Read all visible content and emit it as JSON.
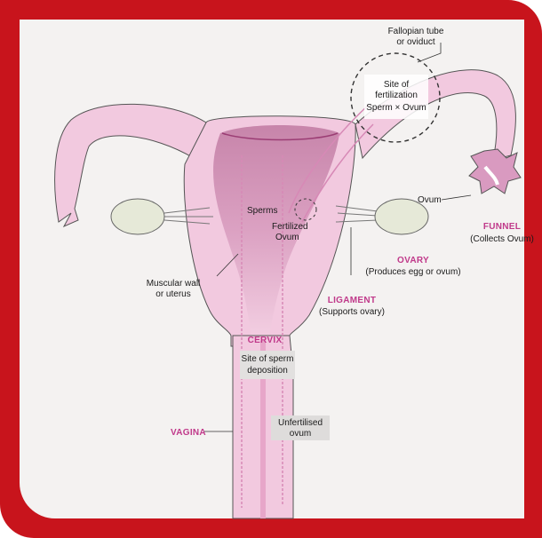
{
  "labels": {
    "fallopian_tube_1": "Fallopian tube",
    "fallopian_tube_2": "or oviduct",
    "site_fert_1": "Site of",
    "site_fert_2": "fertilization",
    "site_fert_3": "Sperm × Ovum",
    "sperms": "Sperms",
    "fertilized_1": "Fertilized",
    "fertilized_2": "Ovum",
    "ovum": "Ovum",
    "funnel": "FUNNEL",
    "funnel_desc": "(Collects Ovum)",
    "ovary": "OVARY",
    "ovary_desc": "(Produces egg or ovum)",
    "muscular_1": "Muscular wall",
    "muscular_2": "or uterus",
    "ligament": "LIGAMENT",
    "ligament_desc": "(Supports ovary)",
    "cervix": "CERVIX",
    "sperm_dep_1": "Site of sperm",
    "sperm_dep_2": "deposition",
    "vagina": "VAGINA",
    "unfert_1": "Unfertilised",
    "unfert_2": "ovum"
  },
  "colors": {
    "frame": "#c8141c",
    "tissue": "#f2c9df",
    "tissue_dark": "#b86594",
    "label_accent": "#c0398a",
    "ovary": "#e6e9d8"
  }
}
